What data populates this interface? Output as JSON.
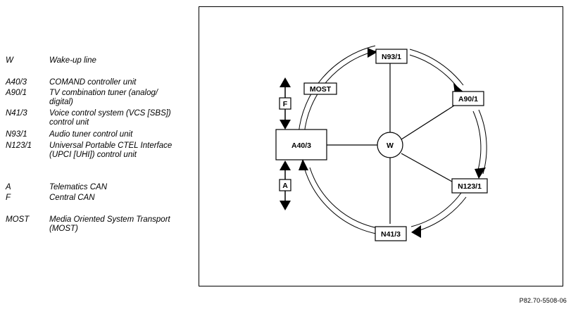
{
  "legend": [
    {
      "code": "W",
      "desc": "Wake-up line"
    },
    {
      "code": "A40/3",
      "desc": "COMAND controller unit"
    },
    {
      "code": "A90/1",
      "desc": "TV combination tuner (analog/ digital)"
    },
    {
      "code": "N41/3",
      "desc": "Voice control system (VCS [SBS]) control unit"
    },
    {
      "code": "N93/1",
      "desc": "Audio tuner control unit"
    },
    {
      "code": "N123/1",
      "desc": "Universal Portable CTEL Interface (UPCI [UHI]) control unit"
    },
    {
      "code": "A",
      "desc": "Telematics CAN"
    },
    {
      "code": "F",
      "desc": "Central CAN"
    },
    {
      "code": "MOST",
      "desc": "Media Oriented System Transport (MOST)"
    }
  ],
  "nodes": {
    "a40_3": "A40/3",
    "n93_1": "N93/1",
    "a90_1": "A90/1",
    "n123_1": "N123/1",
    "n41_3": "N41/3",
    "w": "W",
    "most": "MOST",
    "f": "F",
    "a": "A"
  },
  "reference": "P82.70-5508-06"
}
